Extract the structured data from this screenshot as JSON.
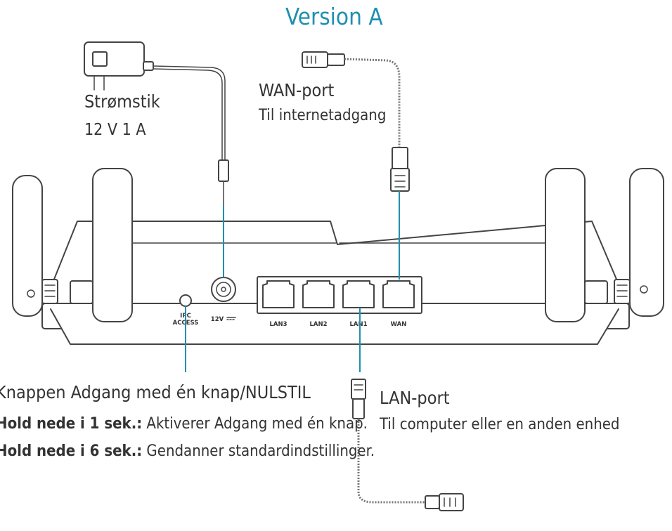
{
  "heading": {
    "title": "Version A"
  },
  "power": {
    "label": "Strømstik",
    "spec": "12 V 1 A"
  },
  "wan": {
    "label": "WAN-port",
    "description": "Til internetadgang"
  },
  "lan": {
    "label": "LAN-port",
    "description": "Til computer eller en anden enhed"
  },
  "reset": {
    "label": "Knappen Adgang med én knap/NULSTIL",
    "line1_bold": "Hold nede i 1 sek.:",
    "line1_text": " Aktiverer Adgang med én knap.",
    "line2_bold": "Hold nede i 6 sek.:",
    "line2_text": " Gendanner standardindstillinger."
  },
  "router_labels": {
    "ipc": "IPC",
    "access": "ACCESS",
    "power_rating": "12V",
    "lan3": "LAN3",
    "lan2": "LAN2",
    "lan1": "LAN1",
    "wan": "WAN"
  },
  "colors": {
    "accent": "#1f8fb0",
    "outline": "#444444",
    "text": "#333333"
  }
}
